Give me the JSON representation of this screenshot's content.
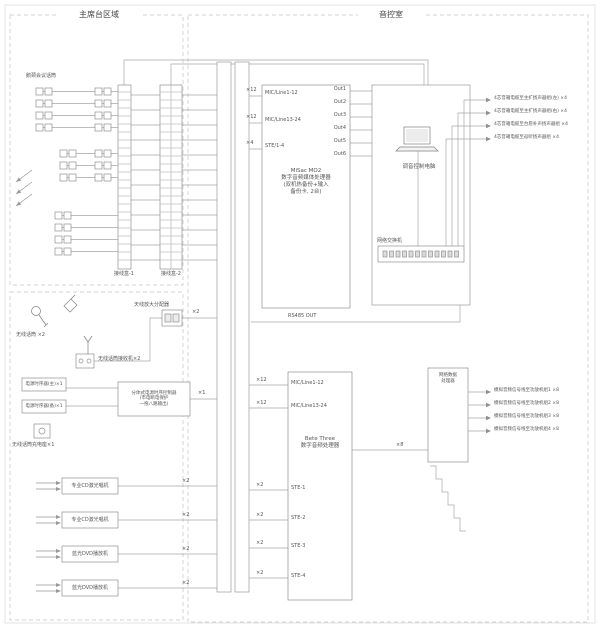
{
  "regions": {
    "stage_title": "主席台区域",
    "control_title": "音控室"
  },
  "stage_top": {
    "mic_group_label": "鹅颈会议话筒",
    "jbox1_label": "接线盒-1",
    "jbox2_label": "接线盒-2"
  },
  "processor1": {
    "inputs": [
      {
        "count": "×12",
        "label": "MIC/Line1-12"
      },
      {
        "count": "×12",
        "label": "MIC/Line13-24"
      },
      {
        "count": "×4",
        "label": "STE/1-4"
      }
    ],
    "name": "MiSac MO2\n数字音频媒体处理器\n(双机热备份+输入\n备份卡, 2台)",
    "outputs": [
      "Out1",
      "Out2",
      "Out3",
      "Out4",
      "Out5",
      "Out6"
    ]
  },
  "control_room": {
    "pc_label": "调音控制电脑",
    "switch_label": "网络交换机",
    "rs485_label": "RS485 OUT",
    "net_processor_name": "网络数据\n处理器",
    "speaker_lines": [
      "4芯音箱电缆至主扩扬声器组(左) ×4",
      "4芯音箱电缆至主扩扬声器组(右) ×4",
      "4芯音箱电缆至台唇补声扬声器组 ×4",
      "4芯音箱电缆至返听扬声器组 ×4"
    ],
    "amp_lines": [
      "模拟音频信号线至功放机组1 ×8",
      "模拟音频信号线至功放机组2 ×8",
      "模拟音频信号线至功放机组3 ×8",
      "模拟音频信号线至功放机组4 ×8"
    ]
  },
  "processor2": {
    "inputs_top": [
      {
        "count": "×12",
        "label": "MIC/Line1-12"
      },
      {
        "count": "×12",
        "label": "MIC/Line13-24"
      }
    ],
    "name": "Bete Three\n数字音频处理器",
    "inputs_bottom": [
      {
        "count": "×2",
        "label": "STE-1"
      },
      {
        "count": "×2",
        "label": "STE-2"
      },
      {
        "count": "×2",
        "label": "STE-3"
      },
      {
        "count": "×2",
        "label": "STE-4"
      }
    ],
    "out_count": "×8"
  },
  "wireless": {
    "mic_label": "无线话筒 ×2",
    "receiver_label": "无线话筒接收机×2",
    "distributor_label": "天线放大分配器",
    "distributor_count": "×2",
    "seq_main_label": "电源时序器(主)×1",
    "seq_backup_label": "电源时序器(备)×1",
    "seq_ctrl_label": "分体式电源时序控制器\n(市电断电保护\n一拖八路输出)",
    "seq_count": "×1",
    "charger_label": "无线话筒充电座×1"
  },
  "sources": [
    {
      "label": "专业CD激光唱机",
      "count": "×2"
    },
    {
      "label": "专业CD激光唱机",
      "count": "×2"
    },
    {
      "label": "蓝光DVD播放机",
      "count": "×2"
    },
    {
      "label": "蓝光DVD播放机",
      "count": "×2"
    }
  ]
}
